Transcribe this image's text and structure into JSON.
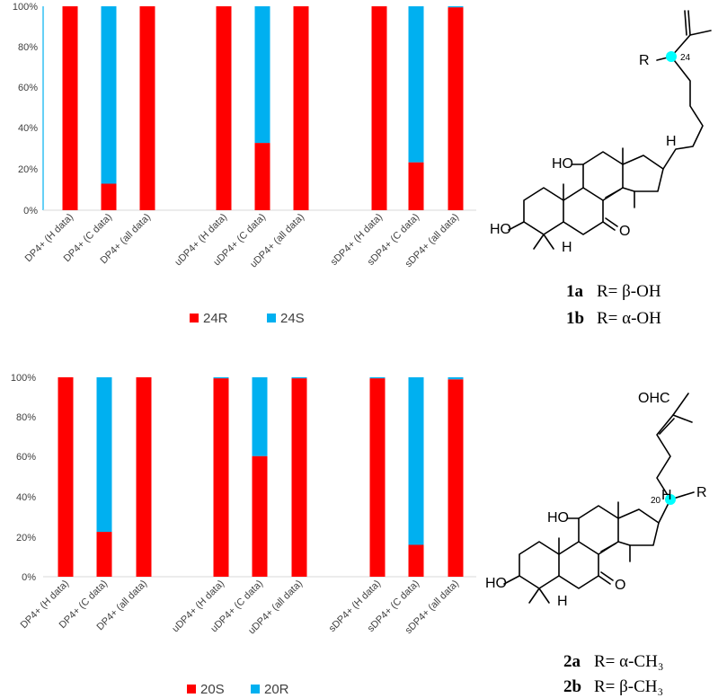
{
  "colors": {
    "series_a": "#ff0000",
    "series_b": "#00b0f0",
    "axis": "#d9d9d9",
    "text": "#404040"
  },
  "chart_data": [
    {
      "type": "bar",
      "stacked": true,
      "categories": [
        "DP4+ (H data)",
        "DP4+ (C data)",
        "DP4+ (all data)",
        "uDP4+ (H data)",
        "uDP4+ (C data)",
        "uDP4+ (all data)",
        "sDP4+ (H data)",
        "sDP4+ (C data)",
        "sDP4+ (all data)"
      ],
      "yticks": [
        "0%",
        "20%",
        "40%",
        "60%",
        "80%",
        "100%"
      ],
      "ylim": [
        0,
        100
      ],
      "series": [
        {
          "name": "24R",
          "values": [
            100,
            13,
            100,
            100,
            33,
            100,
            100,
            23.5,
            99.5
          ]
        },
        {
          "name": "24S",
          "values": [
            0,
            87,
            0,
            0,
            67,
            0,
            0,
            76.5,
            0.5
          ]
        }
      ],
      "legend_position": "bottom"
    },
    {
      "type": "bar",
      "stacked": true,
      "categories": [
        "DP4+ (H data)",
        "DP4+ (C data)",
        "DP4+ (all data)",
        "uDP4+ (H data)",
        "uDP4+ (C data)",
        "uDP4+ (all data)",
        "sDP4+ (H data)",
        "sDP4+ (C data)",
        "sDP4+ (all data)"
      ],
      "yticks": [
        "0%",
        "20%",
        "40%",
        "60%",
        "80%",
        "100%"
      ],
      "ylim": [
        0,
        100
      ],
      "series": [
        {
          "name": "20S",
          "values": [
            100,
            22.5,
            100,
            99.5,
            60.5,
            99.5,
            99.5,
            16,
            99
          ]
        },
        {
          "name": "20R",
          "values": [
            0,
            77.5,
            0,
            0.5,
            39.5,
            0.5,
            0.5,
            84,
            1
          ]
        }
      ],
      "legend_position": "bottom"
    }
  ],
  "structures": [
    {
      "labels": [
        "R",
        "HO",
        "HO",
        "H",
        "H",
        "O"
      ],
      "locant": "24",
      "compounds": [
        {
          "id": "1a",
          "rgroup": "R= β-OH"
        },
        {
          "id": "1b",
          "rgroup": "R= α-OH"
        }
      ]
    },
    {
      "labels": [
        "OHC",
        "R",
        "HO",
        "HO",
        "H",
        "H",
        "O"
      ],
      "locant": "20",
      "compounds": [
        {
          "id": "2a",
          "rgroup": "R= α-CH₃"
        },
        {
          "id": "2b",
          "rgroup": "R= β-CH₃"
        }
      ]
    }
  ]
}
